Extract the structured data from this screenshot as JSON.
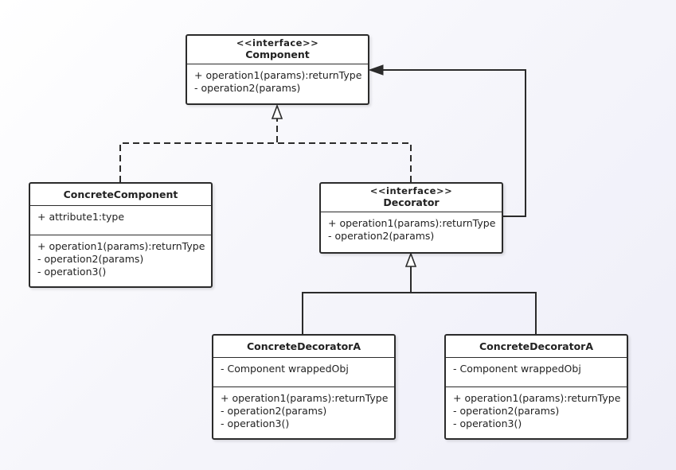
{
  "classes": {
    "component": {
      "stereotype": "<<interface>>",
      "name": "Component",
      "methods": [
        "+ operation1(params):returnType",
        "- operation2(params)"
      ]
    },
    "concrete_component": {
      "name": "ConcreteComponent",
      "attributes": [
        "+ attribute1:type"
      ],
      "methods": [
        "+ operation1(params):returnType",
        "- operation2(params)",
        "- operation3()"
      ]
    },
    "decorator": {
      "stereotype": "<<interface>>",
      "name": "Decorator",
      "methods": [
        "+ operation1(params):returnType",
        "- operation2(params)"
      ]
    },
    "concrete_decorator_a_left": {
      "name": "ConcreteDecoratorA",
      "attributes": [
        "- Component wrappedObj"
      ],
      "methods": [
        "+ operation1(params):returnType",
        "- operation2(params)",
        "- operation3()"
      ]
    },
    "concrete_decorator_a_right": {
      "name": "ConcreteDecoratorA",
      "attributes": [
        "- Component wrappedObj"
      ],
      "methods": [
        "+ operation1(params):returnType",
        "- operation2(params)",
        "- operation3()"
      ]
    }
  },
  "relations": [
    {
      "from": "concrete_component",
      "to": "component",
      "type": "realization"
    },
    {
      "from": "decorator",
      "to": "component",
      "type": "realization"
    },
    {
      "from": "decorator",
      "to": "component",
      "type": "association"
    },
    {
      "from": "concrete_decorator_a_left",
      "to": "decorator",
      "type": "generalization"
    },
    {
      "from": "concrete_decorator_a_right",
      "to": "decorator",
      "type": "generalization"
    }
  ]
}
